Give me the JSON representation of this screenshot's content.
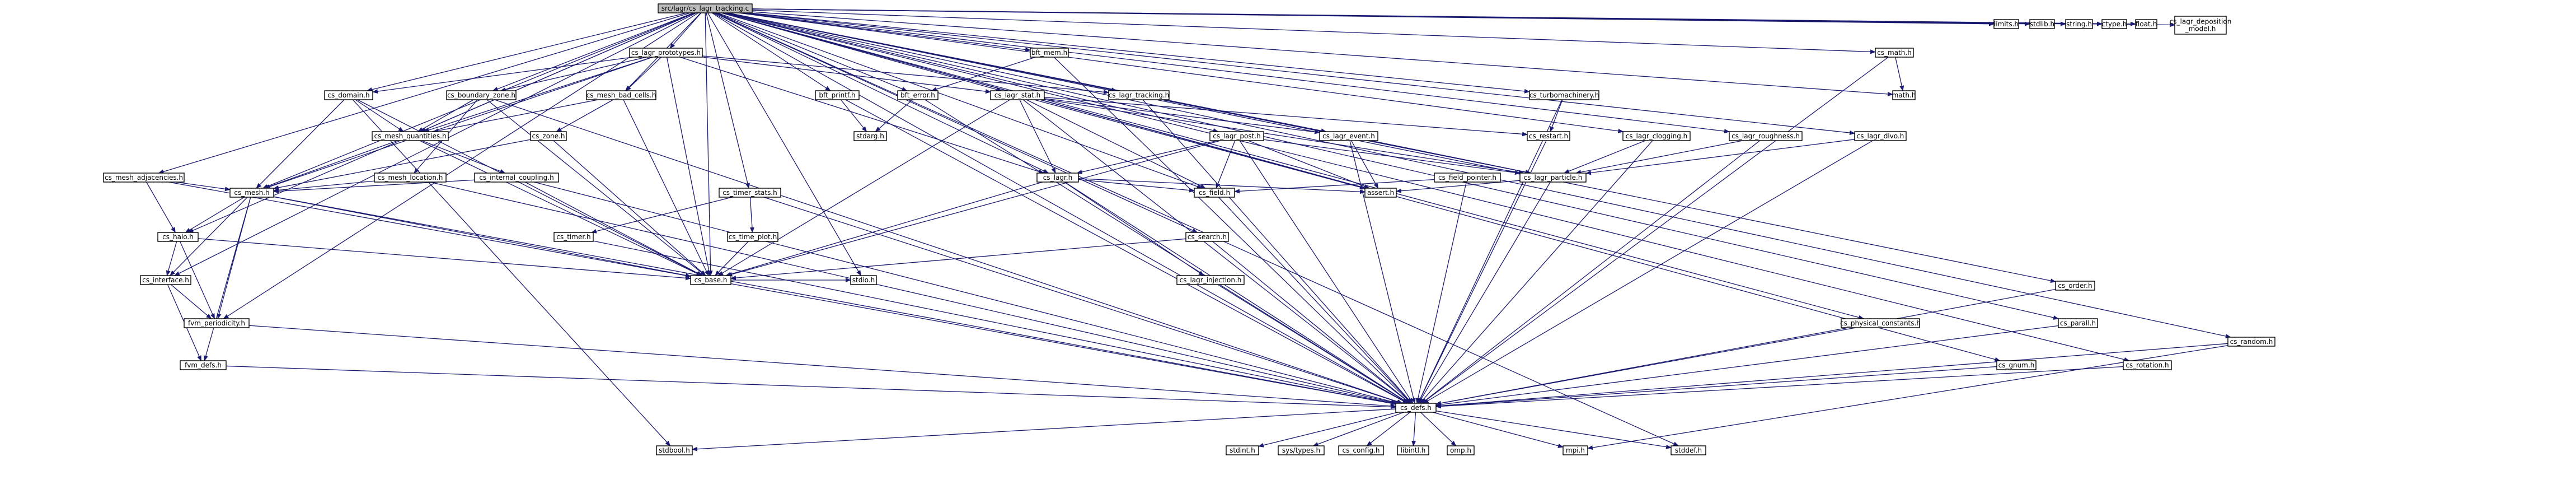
{
  "title": "",
  "colors": {
    "edge": "#191970",
    "node_border": "#000000",
    "node_border_red": "#ff0000",
    "root_fill": "#bfbfbf",
    "node_fill": "#ffffff",
    "missing_border": "#bfbfbf",
    "missing_text": "#000000"
  },
  "nodes": [
    {
      "id": "root",
      "label": "src/lagr/cs_lagr_tracking.c",
      "style": "root"
    },
    {
      "id": "limits",
      "label": "limits.h",
      "style": "missing"
    },
    {
      "id": "stdlib",
      "label": "stdlib.h",
      "style": "missing"
    },
    {
      "id": "string",
      "label": "string.h",
      "style": "missing"
    },
    {
      "id": "ctype",
      "label": "ctype.h",
      "style": "missing"
    },
    {
      "id": "float",
      "label": "float.h",
      "style": "missing"
    },
    {
      "id": "deposition",
      "label": "cs_lagr_deposition\n_model.h",
      "style": "normal"
    },
    {
      "id": "proto",
      "label": "cs_lagr_prototypes.h",
      "style": "normal"
    },
    {
      "id": "bftmem",
      "label": "bft_mem.h",
      "style": "normal"
    },
    {
      "id": "csmath",
      "label": "cs_math.h",
      "style": "normal"
    },
    {
      "id": "mathh",
      "label": "math.h",
      "style": "missing"
    },
    {
      "id": "domain",
      "label": "cs_domain.h",
      "style": "red"
    },
    {
      "id": "bzone",
      "label": "cs_boundary_zone.h",
      "style": "normal"
    },
    {
      "id": "badcells",
      "label": "cs_mesh_bad_cells.h",
      "style": "normal"
    },
    {
      "id": "bftprintf",
      "label": "bft_printf.h",
      "style": "normal"
    },
    {
      "id": "bfterror",
      "label": "bft_error.h",
      "style": "normal"
    },
    {
      "id": "lagrstat",
      "label": "cs_lagr_stat.h",
      "style": "normal"
    },
    {
      "id": "lagrtracking",
      "label": "cs_lagr_tracking.h",
      "style": "normal"
    },
    {
      "id": "turbo",
      "label": "cs_turbomachinery.h",
      "style": "normal"
    },
    {
      "id": "meshquant",
      "label": "cs_mesh_quantities.h",
      "style": "normal"
    },
    {
      "id": "zone",
      "label": "cs_zone.h",
      "style": "normal"
    },
    {
      "id": "stdargh",
      "label": "stdarg.h",
      "style": "missing"
    },
    {
      "id": "lagrpost",
      "label": "cs_lagr_post.h",
      "style": "normal"
    },
    {
      "id": "lagrevent",
      "label": "cs_lagr_event.h",
      "style": "normal"
    },
    {
      "id": "restart",
      "label": "cs_restart.h",
      "style": "red"
    },
    {
      "id": "clogging",
      "label": "cs_lagr_clogging.h",
      "style": "normal"
    },
    {
      "id": "roughness",
      "label": "cs_lagr_roughness.h",
      "style": "normal"
    },
    {
      "id": "dlvo",
      "label": "cs_lagr_dlvo.h",
      "style": "normal"
    },
    {
      "id": "adjacencies",
      "label": "cs_mesh_adjacencies.h",
      "style": "normal"
    },
    {
      "id": "meshloc",
      "label": "cs_mesh_location.h",
      "style": "normal"
    },
    {
      "id": "intcoupling",
      "label": "cs_internal_coupling.h",
      "style": "red"
    },
    {
      "id": "lagrh",
      "label": "cs_lagr.h",
      "style": "normal"
    },
    {
      "id": "fieldptr",
      "label": "cs_field_pointer.h",
      "style": "normal"
    },
    {
      "id": "lagrpart",
      "label": "cs_lagr_particle.h",
      "style": "normal"
    },
    {
      "id": "mesh",
      "label": "cs_mesh.h",
      "style": "red"
    },
    {
      "id": "timerstats",
      "label": "cs_timer_stats.h",
      "style": "normal"
    },
    {
      "id": "fieldh",
      "label": "cs_field.h",
      "style": "normal"
    },
    {
      "id": "asserth",
      "label": "assert.h",
      "style": "missing"
    },
    {
      "id": "haloh",
      "label": "cs_halo.h",
      "style": "red"
    },
    {
      "id": "timeplot",
      "label": "cs_time_plot.h",
      "style": "normal"
    },
    {
      "id": "timer",
      "label": "cs_timer.h",
      "style": "normal"
    },
    {
      "id": "search",
      "label": "cs_search.h",
      "style": "normal"
    },
    {
      "id": "interface",
      "label": "cs_interface.h",
      "style": "normal"
    },
    {
      "id": "base",
      "label": "cs_base.h",
      "style": "normal"
    },
    {
      "id": "injection",
      "label": "cs_lagr_injection.h",
      "style": "normal"
    },
    {
      "id": "stdio",
      "label": "stdio.h",
      "style": "missing"
    },
    {
      "id": "fvmper",
      "label": "fvm_periodicity.h",
      "style": "normal"
    },
    {
      "id": "fvmdefs",
      "label": "fvm_defs.h",
      "style": "normal"
    },
    {
      "id": "physconst",
      "label": "cs_physical_constants.h",
      "style": "normal"
    },
    {
      "id": "order",
      "label": "cs_order.h",
      "style": "normal"
    },
    {
      "id": "parall",
      "label": "cs_parall.h",
      "style": "normal"
    },
    {
      "id": "gnum",
      "label": "cs_gnum.h",
      "style": "normal"
    },
    {
      "id": "rotation",
      "label": "cs_rotation.h",
      "style": "normal"
    },
    {
      "id": "random",
      "label": "cs_random.h",
      "style": "normal"
    },
    {
      "id": "defs",
      "label": "cs_defs.h",
      "style": "normal"
    },
    {
      "id": "stdbool",
      "label": "stdbool.h",
      "style": "missing"
    },
    {
      "id": "stdint",
      "label": "stdint.h",
      "style": "missing"
    },
    {
      "id": "systypes",
      "label": "sys/types.h",
      "style": "missing"
    },
    {
      "id": "csconfig",
      "label": "cs_config.h",
      "style": "missing"
    },
    {
      "id": "libintl",
      "label": "libintl.h",
      "style": "missing"
    },
    {
      "id": "omp",
      "label": "omp.h",
      "style": "missing"
    },
    {
      "id": "mpih",
      "label": "mpi.h",
      "style": "missing"
    },
    {
      "id": "stddef",
      "label": "stddef.h",
      "style": "missing"
    }
  ],
  "edges": [
    [
      "root",
      "limits"
    ],
    [
      "root",
      "stdlib"
    ],
    [
      "root",
      "string"
    ],
    [
      "root",
      "ctype"
    ],
    [
      "root",
      "float"
    ],
    [
      "root",
      "deposition"
    ],
    [
      "root",
      "proto"
    ],
    [
      "root",
      "bftmem"
    ],
    [
      "root",
      "csmath"
    ],
    [
      "root",
      "mathh"
    ],
    [
      "root",
      "domain"
    ],
    [
      "root",
      "bzone"
    ],
    [
      "root",
      "badcells"
    ],
    [
      "root",
      "bftprintf"
    ],
    [
      "root",
      "bfterror"
    ],
    [
      "root",
      "lagrstat"
    ],
    [
      "root",
      "lagrtracking"
    ],
    [
      "root",
      "turbo"
    ],
    [
      "root",
      "meshquant"
    ],
    [
      "root",
      "lagrpost"
    ],
    [
      "root",
      "lagrevent"
    ],
    [
      "root",
      "clogging"
    ],
    [
      "root",
      "roughness"
    ],
    [
      "root",
      "dlvo"
    ],
    [
      "root",
      "adjacencies"
    ],
    [
      "root",
      "lagrh"
    ],
    [
      "root",
      "lagrpart"
    ],
    [
      "root",
      "mesh"
    ],
    [
      "root",
      "timerstats"
    ],
    [
      "root",
      "fieldh"
    ],
    [
      "root",
      "asserth"
    ],
    [
      "root",
      "haloh"
    ],
    [
      "root",
      "search"
    ],
    [
      "root",
      "interface"
    ],
    [
      "root",
      "base"
    ],
    [
      "root",
      "stdio"
    ],
    [
      "root",
      "fvmper"
    ],
    [
      "root",
      "physconst"
    ],
    [
      "root",
      "order"
    ],
    [
      "root",
      "parall"
    ],
    [
      "root",
      "gnum"
    ],
    [
      "root",
      "rotation"
    ],
    [
      "root",
      "random"
    ],
    [
      "root",
      "defs"
    ],
    [
      "root",
      "stddef"
    ],
    [
      "proto",
      "domain"
    ],
    [
      "proto",
      "bzone"
    ],
    [
      "proto",
      "badcells"
    ],
    [
      "proto",
      "lagrstat"
    ],
    [
      "proto",
      "lagrtracking"
    ],
    [
      "proto",
      "meshquant"
    ],
    [
      "proto",
      "lagrh"
    ],
    [
      "proto",
      "mesh"
    ],
    [
      "proto",
      "base"
    ],
    [
      "bftmem",
      "bfterror"
    ],
    [
      "bftmem",
      "defs"
    ],
    [
      "csmath",
      "mathh"
    ],
    [
      "csmath",
      "defs"
    ],
    [
      "domain",
      "meshquant"
    ],
    [
      "domain",
      "mesh"
    ],
    [
      "domain",
      "base"
    ],
    [
      "domain",
      "stdbool"
    ],
    [
      "bzone",
      "meshquant"
    ],
    [
      "bzone",
      "meshloc"
    ],
    [
      "bzone",
      "base"
    ],
    [
      "bzone",
      "defs"
    ],
    [
      "badcells",
      "meshquant"
    ],
    [
      "badcells",
      "zone"
    ],
    [
      "badcells",
      "base"
    ],
    [
      "bftprintf",
      "stdargh"
    ],
    [
      "bftprintf",
      "defs"
    ],
    [
      "bfterror",
      "stdargh"
    ],
    [
      "bfterror",
      "defs"
    ],
    [
      "lagrstat",
      "lagrevent"
    ],
    [
      "lagrstat",
      "restart"
    ],
    [
      "lagrstat",
      "lagrh"
    ],
    [
      "lagrstat",
      "lagrpart"
    ],
    [
      "lagrstat",
      "fieldh"
    ],
    [
      "lagrstat",
      "asserth"
    ],
    [
      "lagrstat",
      "base"
    ],
    [
      "lagrstat",
      "defs"
    ],
    [
      "lagrtracking",
      "lagrpart"
    ],
    [
      "lagrtracking",
      "defs"
    ],
    [
      "turbo",
      "restart"
    ],
    [
      "turbo",
      "defs"
    ],
    [
      "meshquant",
      "intcoupling"
    ],
    [
      "meshquant",
      "mesh"
    ],
    [
      "meshquant",
      "base"
    ],
    [
      "zone",
      "mesh"
    ],
    [
      "zone",
      "base"
    ],
    [
      "lagrpost",
      "lagrh"
    ],
    [
      "lagrpost",
      "lagrpart"
    ],
    [
      "lagrpost",
      "fieldh"
    ],
    [
      "lagrpost",
      "asserth"
    ],
    [
      "lagrpost",
      "base"
    ],
    [
      "lagrpost",
      "defs"
    ],
    [
      "lagrevent",
      "lagrpart"
    ],
    [
      "lagrevent",
      "asserth"
    ],
    [
      "lagrevent",
      "defs"
    ],
    [
      "restart",
      "defs"
    ],
    [
      "clogging",
      "lagrpart"
    ],
    [
      "clogging",
      "defs"
    ],
    [
      "roughness",
      "lagrpart"
    ],
    [
      "roughness",
      "defs"
    ],
    [
      "dlvo",
      "lagrpart"
    ],
    [
      "dlvo",
      "defs"
    ],
    [
      "adjacencies",
      "mesh"
    ],
    [
      "adjacencies",
      "haloh"
    ],
    [
      "adjacencies",
      "base"
    ],
    [
      "meshloc",
      "mesh"
    ],
    [
      "meshloc",
      "defs"
    ],
    [
      "intcoupling",
      "mesh"
    ],
    [
      "intcoupling",
      "base"
    ],
    [
      "intcoupling",
      "defs"
    ],
    [
      "lagrh",
      "fieldh"
    ],
    [
      "lagrh",
      "asserth"
    ],
    [
      "lagrh",
      "base"
    ],
    [
      "lagrh",
      "injection"
    ],
    [
      "lagrh",
      "defs"
    ],
    [
      "fieldptr",
      "fieldh"
    ],
    [
      "fieldptr",
      "defs"
    ],
    [
      "lagrpart",
      "asserth"
    ],
    [
      "lagrpart",
      "defs"
    ],
    [
      "mesh",
      "haloh"
    ],
    [
      "mesh",
      "interface"
    ],
    [
      "mesh",
      "fvmper"
    ],
    [
      "mesh",
      "base"
    ],
    [
      "mesh",
      "defs"
    ],
    [
      "mesh",
      "fvmdefs"
    ],
    [
      "timerstats",
      "timeplot"
    ],
    [
      "timerstats",
      "timer"
    ],
    [
      "timerstats",
      "defs"
    ],
    [
      "fieldh",
      "defs"
    ],
    [
      "haloh",
      "interface"
    ],
    [
      "haloh",
      "fvmper"
    ],
    [
      "haloh",
      "base"
    ],
    [
      "timeplot",
      "base"
    ],
    [
      "timer",
      "defs"
    ],
    [
      "search",
      "base"
    ],
    [
      "search",
      "defs"
    ],
    [
      "interface",
      "fvmper"
    ],
    [
      "interface",
      "fvmdefs"
    ],
    [
      "base",
      "stdio"
    ],
    [
      "base",
      "defs"
    ],
    [
      "injection",
      "defs"
    ],
    [
      "fvmper",
      "defs"
    ],
    [
      "fvmdefs",
      "defs"
    ],
    [
      "physconst",
      "defs"
    ],
    [
      "order",
      "defs"
    ],
    [
      "parall",
      "defs"
    ],
    [
      "gnum",
      "defs"
    ],
    [
      "rotation",
      "defs"
    ],
    [
      "random",
      "defs"
    ],
    [
      "random",
      "mpih"
    ],
    [
      "defs",
      "stdbool"
    ],
    [
      "defs",
      "stdint"
    ],
    [
      "defs",
      "systypes"
    ],
    [
      "defs",
      "csconfig"
    ],
    [
      "defs",
      "libintl"
    ],
    [
      "defs",
      "omp"
    ],
    [
      "defs",
      "mpih"
    ],
    [
      "defs",
      "stddef"
    ]
  ]
}
